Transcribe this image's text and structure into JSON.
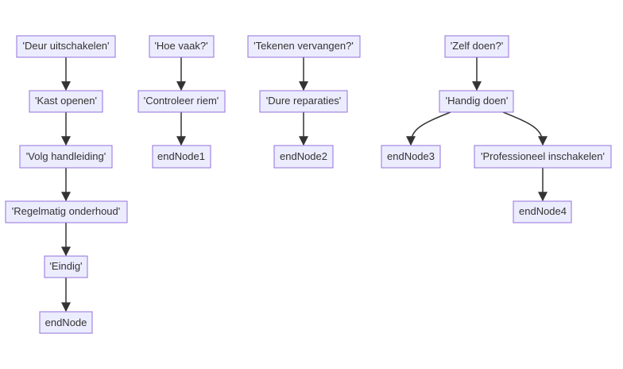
{
  "colors": {
    "node_fill": "#ececff",
    "node_stroke": "#9370db",
    "edge": "#333333",
    "text": "#333333",
    "background": "#ffffff"
  },
  "nodes": {
    "deur_uitschakelen": "'Deur uitschakelen'",
    "kast_openen": "'Kast openen'",
    "volg_handleiding": "'Volg handleiding'",
    "regelmatig_onderhoud": "'Regelmatig onderhoud'",
    "eindig": "'Eindig'",
    "end_node": "endNode",
    "hoe_vaak": "'Hoe vaak?'",
    "controleer_riem": "'Controleer riem'",
    "end_node1": "endNode1",
    "tekenen_vervangen": "'Tekenen vervangen?'",
    "dure_reparaties": "'Dure reparaties'",
    "end_node2": "endNode2",
    "zelf_doen": "'Zelf doen?'",
    "handig_doen": "'Handig doen'",
    "end_node3": "endNode3",
    "professioneel_inschakelen": "'Professioneel inschakelen'",
    "end_node4": "endNode4"
  },
  "edges": [
    [
      "deur_uitschakelen",
      "kast_openen"
    ],
    [
      "kast_openen",
      "volg_handleiding"
    ],
    [
      "volg_handleiding",
      "regelmatig_onderhoud"
    ],
    [
      "regelmatig_onderhoud",
      "eindig"
    ],
    [
      "eindig",
      "end_node"
    ],
    [
      "hoe_vaak",
      "controleer_riem"
    ],
    [
      "controleer_riem",
      "end_node1"
    ],
    [
      "tekenen_vervangen",
      "dure_reparaties"
    ],
    [
      "dure_reparaties",
      "end_node2"
    ],
    [
      "zelf_doen",
      "handig_doen"
    ],
    [
      "handig_doen",
      "end_node3"
    ],
    [
      "handig_doen",
      "professioneel_inschakelen"
    ],
    [
      "professioneel_inschakelen",
      "end_node4"
    ]
  ]
}
